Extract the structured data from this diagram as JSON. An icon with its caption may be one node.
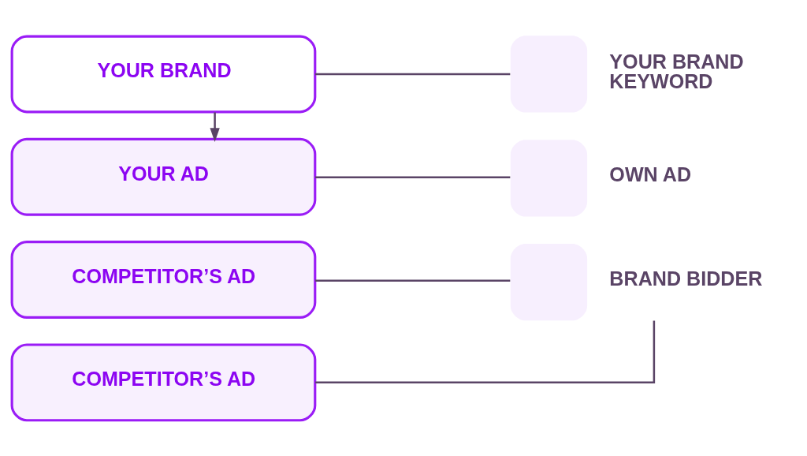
{
  "diagram": {
    "nodes": [
      {
        "text": [
          "YOUR BRAND"
        ]
      },
      {
        "text": [
          "YOUR AD"
        ]
      },
      {
        "text": [
          "COMPETITOR’S AD"
        ]
      },
      {
        "text": [
          "COMPETITOR’S AD"
        ]
      },
      {
        "text": [],
        "shape": "box",
        "beside": [
          "YOUR BRAND KEYWORD"
        ]
      },
      {
        "text": [],
        "shape": "box",
        "beside": [
          "OWN AD"
        ]
      },
      {
        "text": [],
        "shape": "box",
        "beside": [
          "BRAND BIDDER"
        ]
      }
    ],
    "edges": [
      {
        "from": 0,
        "to": 1,
        "arrow": "to"
      },
      {
        "from": 0,
        "to": 4,
        "arrow": "none"
      },
      {
        "from": 1,
        "to": 5,
        "arrow": "none"
      },
      {
        "from": 2,
        "to": 6,
        "arrow": "none"
      },
      {
        "from": 3,
        "to": 6,
        "arrow": "none"
      }
    ]
  }
}
